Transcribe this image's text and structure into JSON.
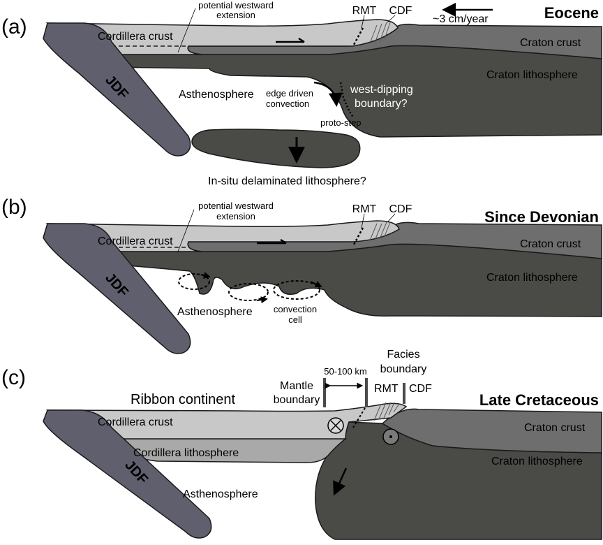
{
  "colors": {
    "slab": "#5f5f6e",
    "cordillera_crust": "#c8c8c8",
    "cordillera_lithosphere": "#a9a9a9",
    "craton_crust": "#6e6e6e",
    "craton_lithosphere": "#4a4a47",
    "outline": "#1a1a1a"
  },
  "panels": [
    {
      "letter": "(a)",
      "title": "Eocene",
      "labels": {
        "extension": [
          "potential westward",
          "extension"
        ],
        "rmt": "RMT",
        "cdf": "CDF",
        "rate": "~3 cm/year",
        "cordillera_crust": "Cordillera crust",
        "craton_crust": "Craton crust",
        "craton_lithosphere": "Craton lithosphere",
        "jdf": "JDF",
        "asthenosphere": "Asthenosphere",
        "edge_convection": [
          "edge driven",
          "convection"
        ],
        "west_dipping": [
          "west-dipping",
          "boundary?"
        ],
        "proto_step": "proto-step",
        "delaminated": "In-situ delaminated lithosphere?"
      }
    },
    {
      "letter": "(b)",
      "title": "Since Devonian",
      "labels": {
        "extension": [
          "potential westward",
          "extension"
        ],
        "rmt": "RMT",
        "cdf": "CDF",
        "cordillera_crust": "Cordillera crust",
        "craton_crust": "Craton crust",
        "craton_lithosphere": "Craton lithosphere",
        "jdf": "JDF",
        "asthenosphere": "Asthenosphere",
        "convection_cell": [
          "convection",
          "cell"
        ]
      }
    },
    {
      "letter": "(c)",
      "title": "Late Cretaceous",
      "labels": {
        "distance": "50-100 km",
        "facies": [
          "Facies",
          "boundary"
        ],
        "mantle": [
          "Mantle",
          "boundary"
        ],
        "ribbon": "Ribbon continent",
        "rmt": "RMT",
        "cdf": "CDF",
        "cordillera_crust": "Cordillera crust",
        "cordillera_lithosphere": "Cordillera lithosphere",
        "craton_crust": "Craton crust",
        "craton_lithosphere": "Craton lithosphere",
        "jdf": "JDF",
        "asthenosphere": "Asthenosphere"
      }
    }
  ]
}
